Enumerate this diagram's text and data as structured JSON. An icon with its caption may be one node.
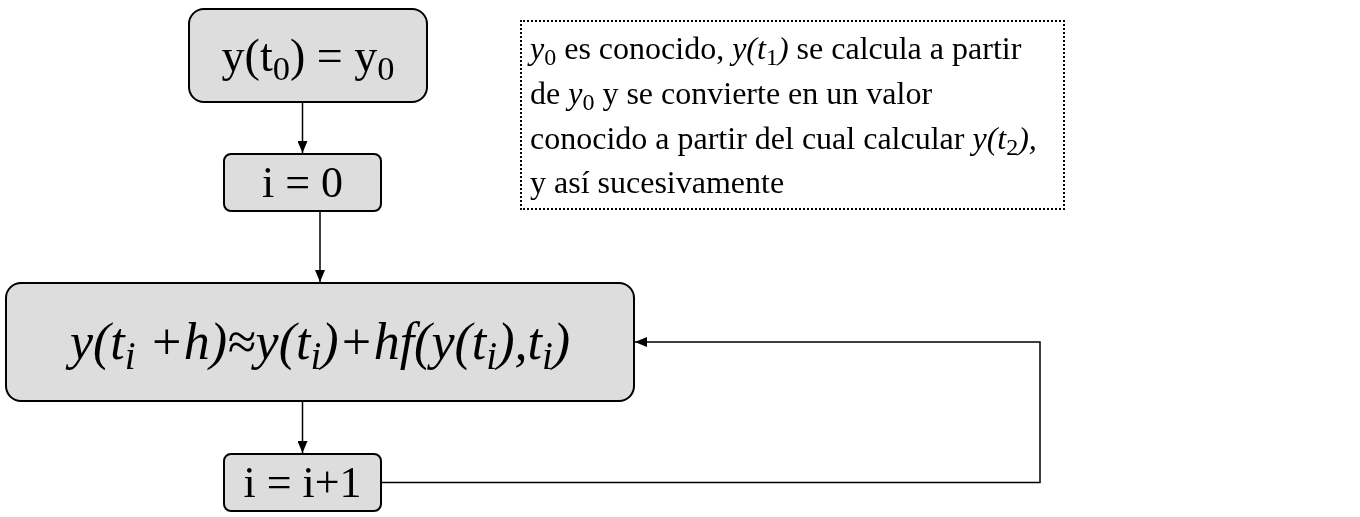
{
  "diagram": {
    "nodes": [
      {
        "text": [
          "y(t$_{0}$) = y$_{0}$"
        ]
      },
      {
        "text": [
          "i = 0"
        ]
      },
      {
        "text": [
          "y(t$_{i}$ +h)≈y(t$_{i}$)+hf(y(t$_{i}$),t$_{i}$)"
        ]
      },
      {
        "text": [
          "i = i+1"
        ]
      },
      {
        "text": [
          "*y*$_{0}$ es conocido, *y(t*$_{1}$*)* se calcula a partir de *y*$_{0}$ y se convierte en un valor conocido a partir del cual calcular *y(t*$_{2}$*),* y así sucesivamente"
        ]
      }
    ],
    "edges": [
      {
        "from": 0,
        "to": 1,
        "arrow": "to"
      },
      {
        "from": 1,
        "to": 2,
        "arrow": "to"
      },
      {
        "from": 2,
        "to": 3,
        "arrow": "to"
      },
      {
        "from": 3,
        "to": 2,
        "arrow": "to"
      }
    ]
  }
}
